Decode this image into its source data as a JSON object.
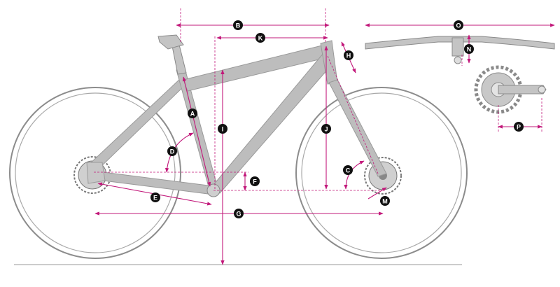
{
  "colors": {
    "frame": "#b8b8b8",
    "frame_stroke": "#9a9a9a",
    "tire": "#8c8c8c",
    "dimension": "#c2187a",
    "badge": "#111111",
    "guide": "#c2187a"
  },
  "labels": {
    "A": "A",
    "B": "B",
    "C": "C",
    "D": "D",
    "E": "E",
    "F": "F",
    "G": "G",
    "H": "H",
    "I": "I",
    "J": "J",
    "K": "K",
    "M": "M",
    "N": "N",
    "O": "O",
    "P": "P"
  }
}
